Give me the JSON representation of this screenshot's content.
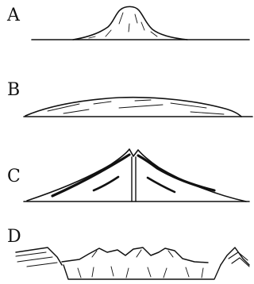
{
  "panels": [
    {
      "letter": "A"
    },
    {
      "letter": "B"
    },
    {
      "letter": "C"
    },
    {
      "letter": "D"
    }
  ]
}
